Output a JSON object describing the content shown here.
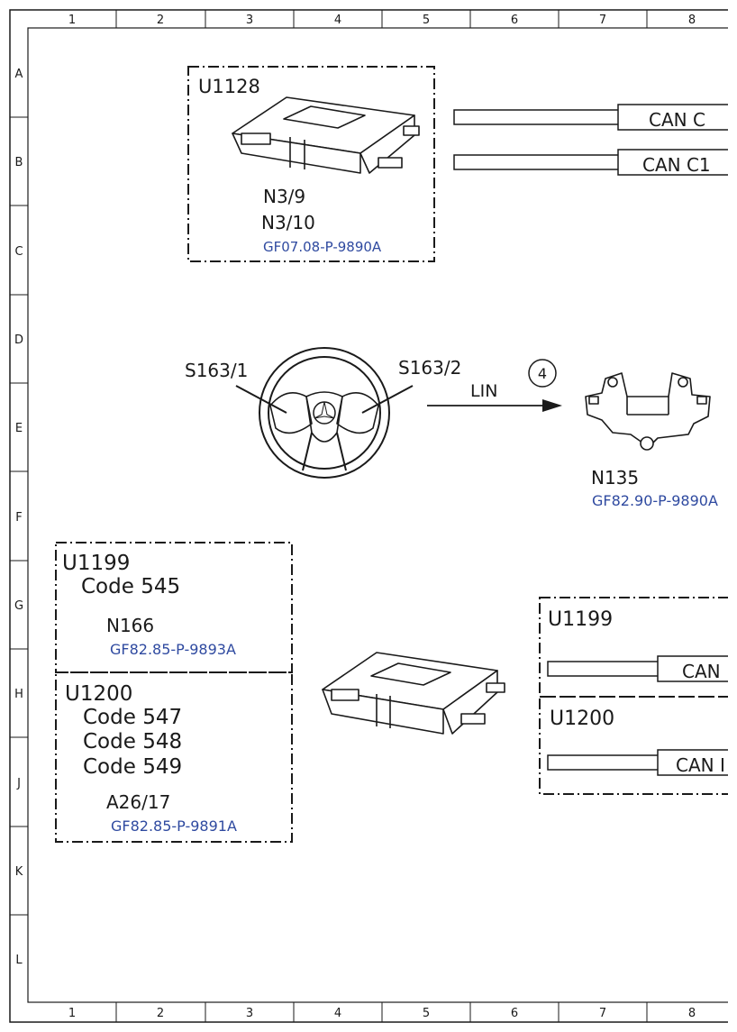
{
  "grid": {
    "columns": [
      "1",
      "2",
      "3",
      "4",
      "5",
      "6",
      "7",
      "8"
    ],
    "rows": [
      "A",
      "B",
      "C",
      "D",
      "E",
      "F",
      "G",
      "H",
      "J",
      "K",
      "L"
    ]
  },
  "box_u1128": {
    "title": "U1128",
    "parts": [
      "N3/9",
      "N3/10"
    ],
    "ref": "GF07.08-P-9890A"
  },
  "bus_top": [
    "CAN C",
    "CAN C1"
  ],
  "steering": {
    "left_switch": "S163/1",
    "right_switch": "S163/2",
    "connection": "LIN",
    "marker": "4"
  },
  "n135": {
    "label": "N135",
    "ref": "GF82.90-P-9890A"
  },
  "box_u1199": {
    "title": "U1199",
    "codes": [
      "Code 545"
    ],
    "part": "N166",
    "ref": "GF82.85-P-9893A"
  },
  "box_u1200": {
    "title": "U1200",
    "codes": [
      "Code 547",
      "Code 548",
      "Code 549"
    ],
    "part": "A26/17",
    "ref": "GF82.85-P-9891A"
  },
  "right_boxes": {
    "u1199": {
      "title": "U1199",
      "bus": "CAN"
    },
    "u1200": {
      "title": "U1200",
      "bus": "CAN I"
    }
  },
  "colors": {
    "ref_link": "#2f4aa0",
    "line": "#1a1a1a"
  }
}
